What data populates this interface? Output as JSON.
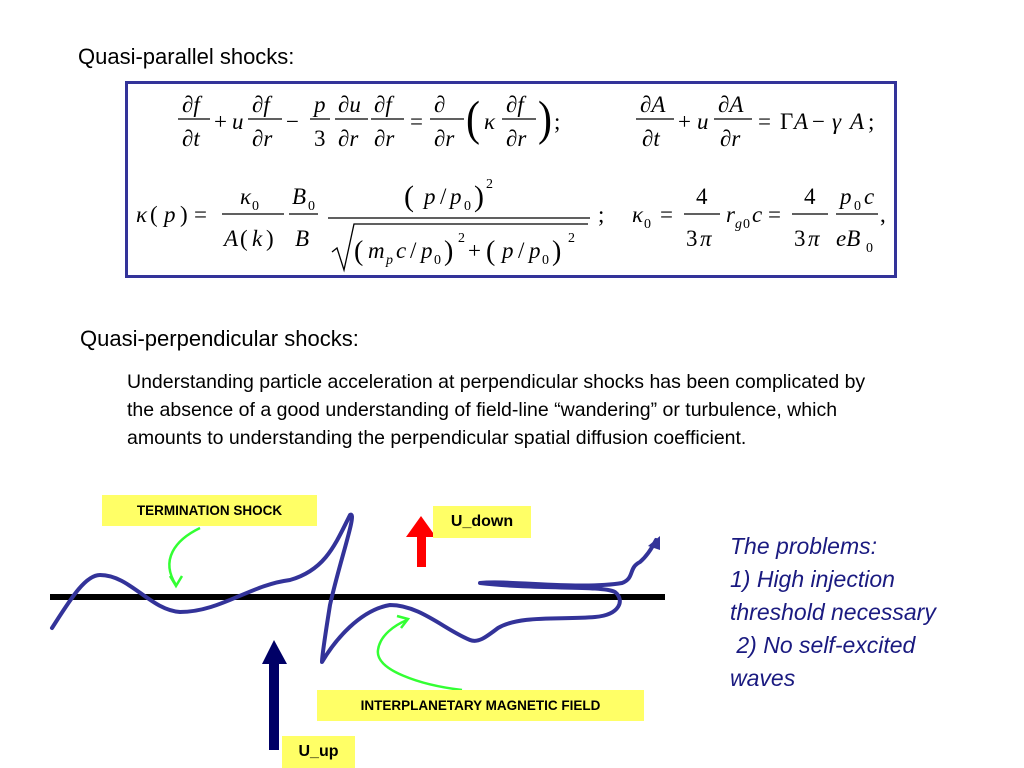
{
  "headings": {
    "parallel": "Quasi-parallel shocks:",
    "perpendicular": "Quasi-perpendicular shocks:"
  },
  "paragraph": "Understanding particle acceleration at perpendicular shocks has been complicated by the absence of a good understanding of field-line “wandering” or turbulence, which amounts to understanding the perpendicular spatial diffusion coefficient.",
  "labels": {
    "termination_shock": "TERMINATION SHOCK",
    "imf": "INTERPLANETARY MAGNETIC FIELD",
    "u_down": "U_down",
    "u_up": "U_up"
  },
  "problems": {
    "title": "The problems:",
    "item1_a": "1) High injection",
    "item1_b": "threshold necessary",
    "item2_a": " 2) No self-excited",
    "item2_b": "waves"
  },
  "colors": {
    "box_border": "#333399",
    "label_bg": "#ffff66",
    "field_line": "#333399",
    "u_down_arrow": "#ff0000",
    "u_up_arrow": "#000066",
    "pointer": "#33ff33",
    "problems_text": "#1a1a80"
  }
}
